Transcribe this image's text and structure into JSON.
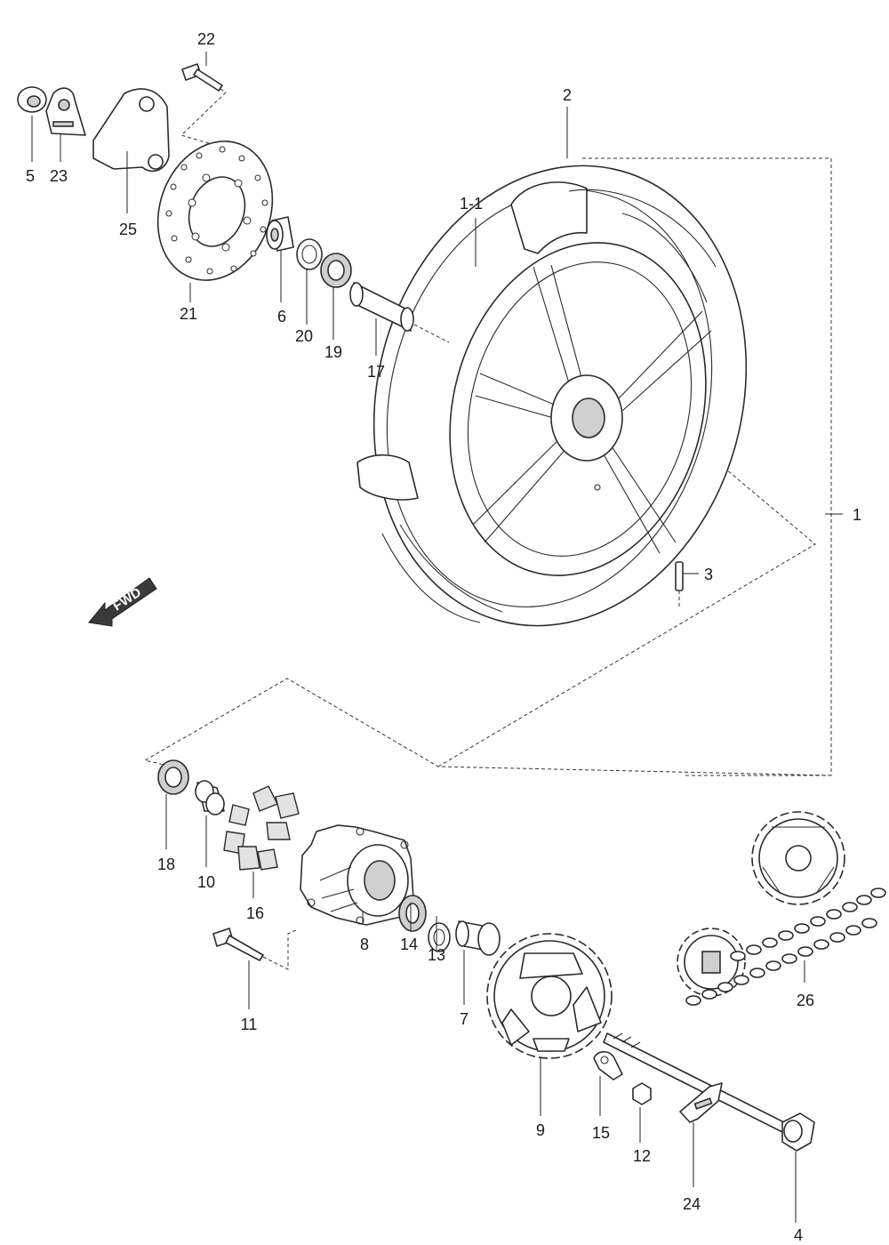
{
  "diagram": {
    "direction_label": "FWD",
    "callouts": [
      {
        "id": "c1",
        "label": "1"
      },
      {
        "id": "c1-1",
        "label": "1-1"
      },
      {
        "id": "c2",
        "label": "2"
      },
      {
        "id": "c3",
        "label": "3"
      },
      {
        "id": "c4",
        "label": "4"
      },
      {
        "id": "c5",
        "label": "5"
      },
      {
        "id": "c6",
        "label": "6"
      },
      {
        "id": "c7",
        "label": "7"
      },
      {
        "id": "c8",
        "label": "8"
      },
      {
        "id": "c9",
        "label": "9"
      },
      {
        "id": "c10",
        "label": "10"
      },
      {
        "id": "c11",
        "label": "11"
      },
      {
        "id": "c12",
        "label": "12"
      },
      {
        "id": "c13",
        "label": "13"
      },
      {
        "id": "c14",
        "label": "14"
      },
      {
        "id": "c15",
        "label": "15"
      },
      {
        "id": "c16",
        "label": "16"
      },
      {
        "id": "c17",
        "label": "17"
      },
      {
        "id": "c18",
        "label": "18"
      },
      {
        "id": "c19",
        "label": "19"
      },
      {
        "id": "c20",
        "label": "20"
      },
      {
        "id": "c21",
        "label": "21"
      },
      {
        "id": "c22",
        "label": "22"
      },
      {
        "id": "c23",
        "label": "23"
      },
      {
        "id": "c24",
        "label": "24"
      },
      {
        "id": "c25",
        "label": "25"
      },
      {
        "id": "c26",
        "label": "26"
      }
    ]
  }
}
